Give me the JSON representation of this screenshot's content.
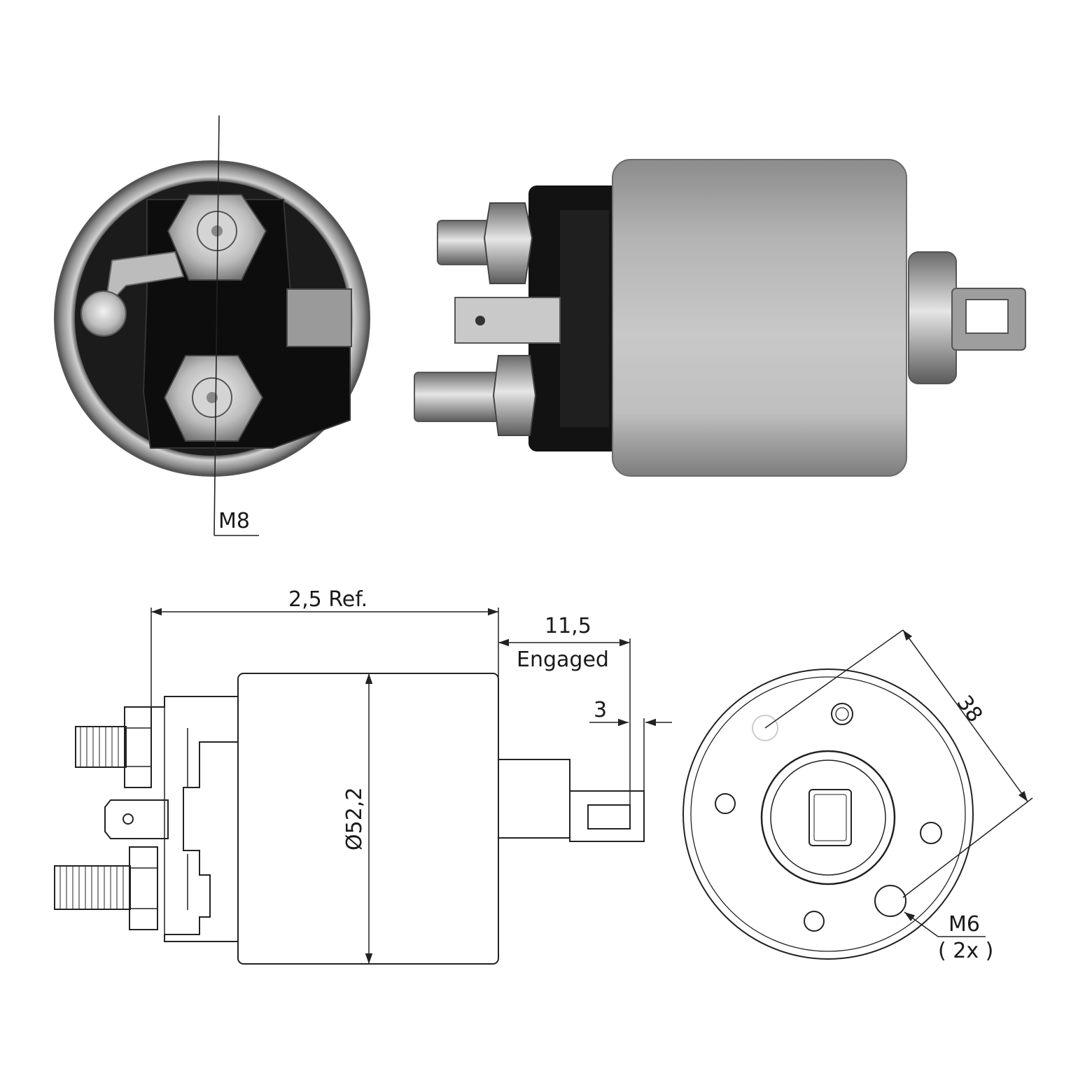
{
  "labels": {
    "thread_main": "M8",
    "overall_length": "2,5 Ref.",
    "engaged_value": "11,5",
    "engaged_word": "Engaged",
    "stroke_gap": "3",
    "diameter": "Ø52,2",
    "bolt_spacing": "38",
    "mount_thread": "M6",
    "mount_qty": "( 2x )"
  },
  "colors": {
    "steel_light": "#d9d9d9",
    "steel_mid": "#a6a6a6",
    "steel_dark": "#6e6e6e",
    "plastic_black": "#141414",
    "line": "#222222"
  }
}
